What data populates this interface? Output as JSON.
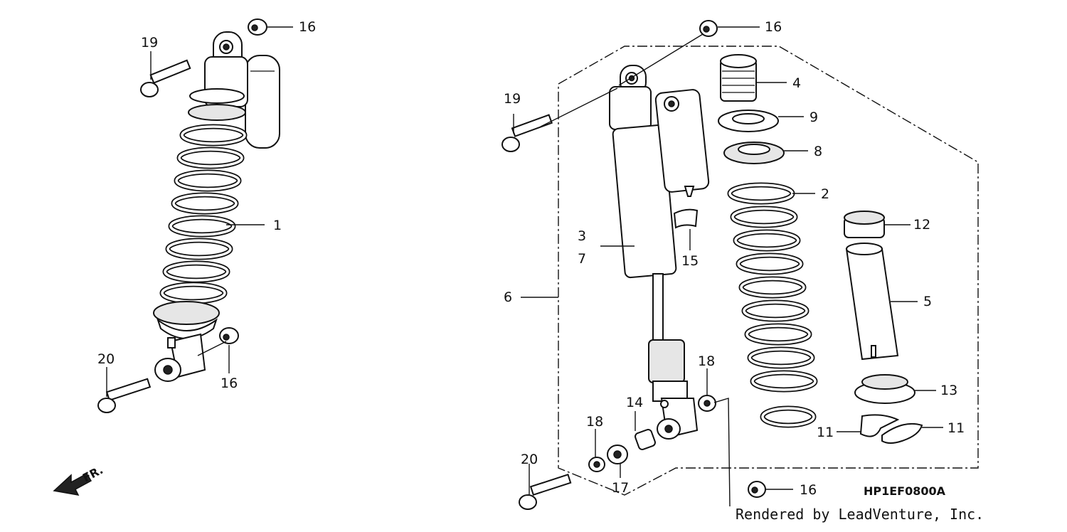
{
  "diagram": {
    "drawing_code": "HP1EF0800A",
    "credit": "Rendered by LeadVenture, Inc.",
    "direction_label": "FR.",
    "callouts": {
      "left_1": "1",
      "left_16_top": "16",
      "left_16_bottom": "16",
      "left_19": "19",
      "left_20": "20",
      "right_2": "2",
      "right_3": "3",
      "right_7": "7",
      "right_4": "4",
      "right_5": "5",
      "right_6": "6",
      "right_8": "8",
      "right_9": "9",
      "right_11_left": "11",
      "right_11_right": "11",
      "right_12": "12",
      "right_13": "13",
      "right_14": "14",
      "right_15": "15",
      "right_16_top": "16",
      "right_16_bottom": "16",
      "right_17": "17",
      "right_18_left": "18",
      "right_18_right": "18",
      "right_19": "19",
      "right_20": "20"
    },
    "icons": [
      "front-direction-arrow-icon"
    ]
  }
}
